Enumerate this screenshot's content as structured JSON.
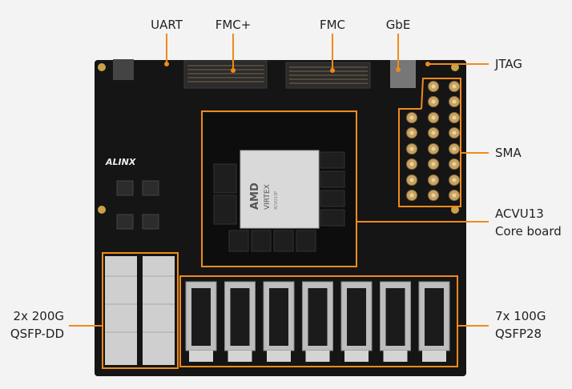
{
  "labels": {
    "uart": "UART",
    "fmc_plus": "FMC+",
    "fmc": "FMC",
    "gbe": "GbE",
    "jtag": "JTAG",
    "sma": "SMA",
    "core_board_line1": "ACVU13",
    "core_board_line2": "Core board",
    "qsfpdd_line1": "2x 200G",
    "qsfpdd_line2": "QSFP-DD",
    "qsfp28_line1": "7x 100G",
    "qsfp28_line2": "QSFP28"
  },
  "board": {
    "logo": "ALINX",
    "chip_brand": "AMD",
    "chip_family": "VIRTEX",
    "chip_part": "XCVU13P"
  },
  "colors": {
    "accent": "#f08a1c",
    "board": "#141414",
    "background": "#f3f3f3"
  }
}
